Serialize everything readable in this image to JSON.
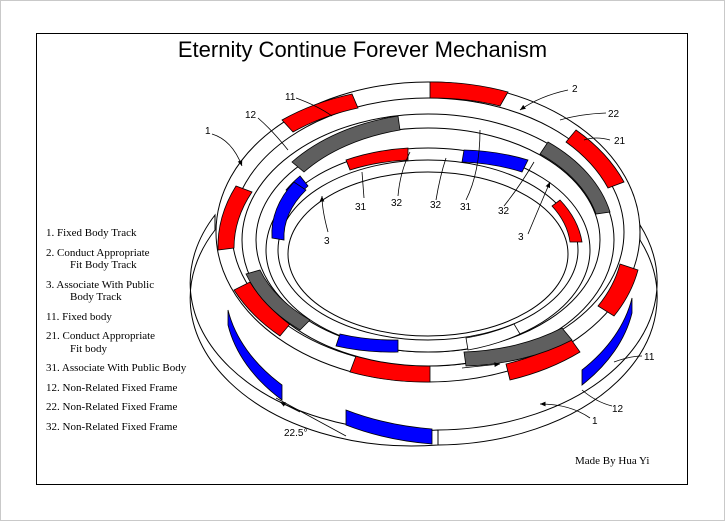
{
  "title": "Eternity Continue Forever Mechanism",
  "credit": "Made By Hua Yi",
  "legend": [
    {
      "lines": [
        "1. Fixed Body Track"
      ]
    },
    {
      "lines": [
        "2. Conduct Appropriate",
        "Fit Body Track"
      ]
    },
    {
      "lines": [
        "3. Associate With Public",
        "Body Track"
      ]
    },
    {
      "lines": [
        "11. Fixed body"
      ]
    },
    {
      "lines": [
        "21. Conduct Appropriate",
        "Fit body"
      ]
    },
    {
      "lines": [
        "31.  Associate With Public Body"
      ]
    },
    {
      "lines": [
        "12. Non-Related Fixed Frame"
      ]
    },
    {
      "lines": [
        "22. Non-Related Fixed Frame"
      ]
    },
    {
      "lines": [
        "32. Non-Related Fixed Frame"
      ]
    }
  ],
  "callouts": {
    "c1_top": "1",
    "c11_top": "11",
    "c12_top": "12",
    "c2_top": "2",
    "c22_top": "22",
    "c21_right": "21",
    "c31_a": "31",
    "c32_a": "32",
    "c32_b": "32",
    "c31_b": "31",
    "c32_c": "32",
    "c3_left": "3",
    "c3_right": "3",
    "c11_right": "11",
    "c12_right": "12",
    "c1_bottom": "1"
  },
  "angle_label": "22.5°",
  "colors": {
    "fixed_body": "#ff0000",
    "fit_body": "#5f5f5f",
    "public_body": "#0000ff",
    "frame": "#ffffff",
    "line": "#000000"
  }
}
